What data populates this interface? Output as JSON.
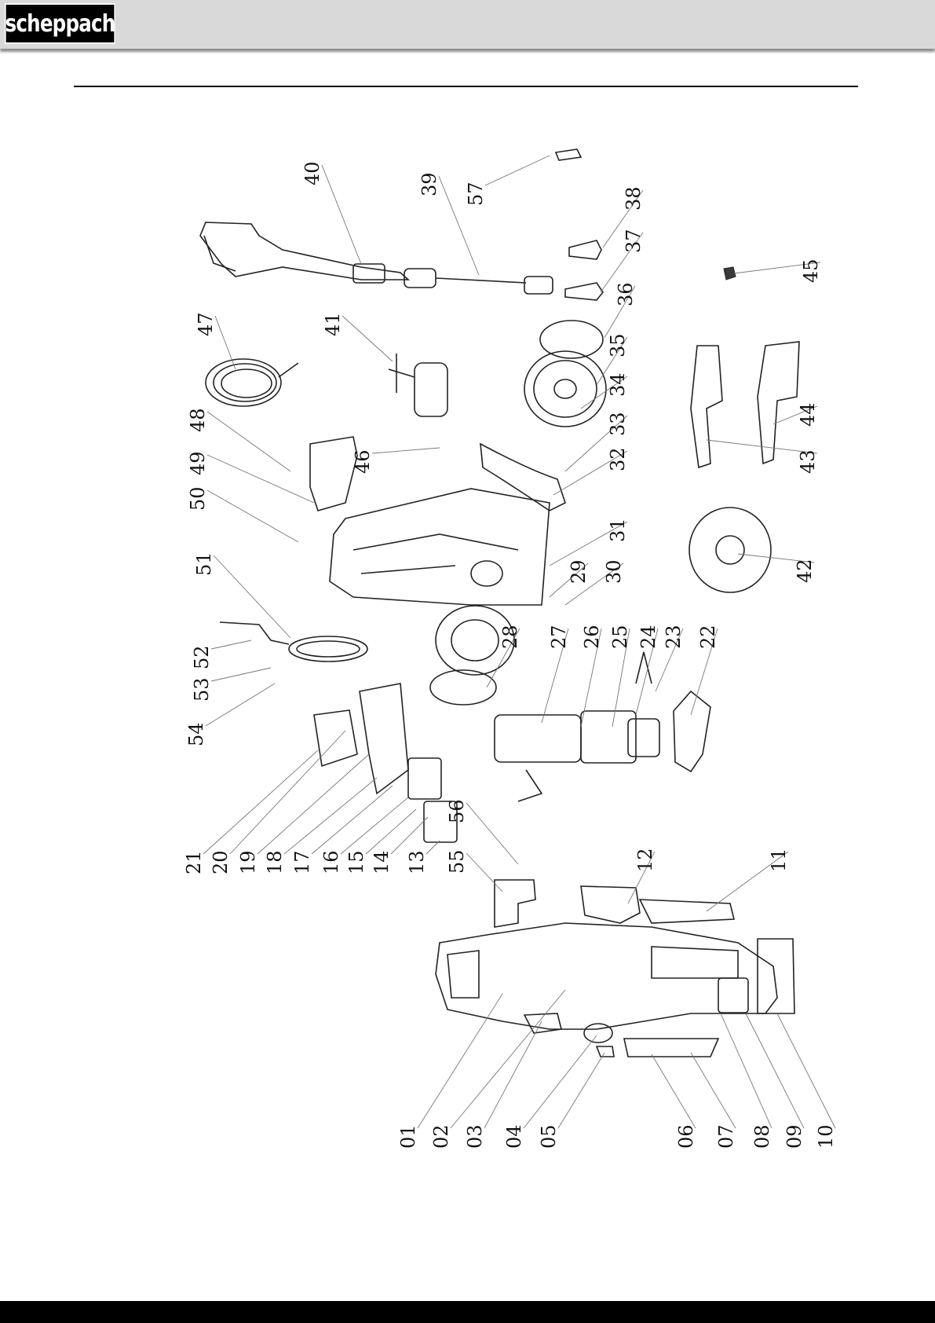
{
  "brand": {
    "name": "scheppach"
  },
  "diagram": {
    "parts": [
      {
        "id": "01",
        "label": "01"
      },
      {
        "id": "02",
        "label": "02"
      },
      {
        "id": "03",
        "label": "03"
      },
      {
        "id": "04",
        "label": "04"
      },
      {
        "id": "05",
        "label": "05"
      },
      {
        "id": "06",
        "label": "06"
      },
      {
        "id": "07",
        "label": "07"
      },
      {
        "id": "08",
        "label": "08"
      },
      {
        "id": "09",
        "label": "09"
      },
      {
        "id": "10",
        "label": "10"
      },
      {
        "id": "11",
        "label": "11"
      },
      {
        "id": "12",
        "label": "12"
      },
      {
        "id": "13",
        "label": "13"
      },
      {
        "id": "14",
        "label": "14"
      },
      {
        "id": "15",
        "label": "15"
      },
      {
        "id": "16",
        "label": "16"
      },
      {
        "id": "17",
        "label": "17"
      },
      {
        "id": "18",
        "label": "18"
      },
      {
        "id": "19",
        "label": "19"
      },
      {
        "id": "20",
        "label": "20"
      },
      {
        "id": "21",
        "label": "21"
      },
      {
        "id": "22",
        "label": "22"
      },
      {
        "id": "23",
        "label": "23"
      },
      {
        "id": "24",
        "label": "24"
      },
      {
        "id": "25",
        "label": "25"
      },
      {
        "id": "26",
        "label": "26"
      },
      {
        "id": "27",
        "label": "27"
      },
      {
        "id": "28",
        "label": "28"
      },
      {
        "id": "29",
        "label": "29"
      },
      {
        "id": "30",
        "label": "30"
      },
      {
        "id": "31",
        "label": "31"
      },
      {
        "id": "32",
        "label": "32"
      },
      {
        "id": "33",
        "label": "33"
      },
      {
        "id": "34",
        "label": "34"
      },
      {
        "id": "35",
        "label": "35"
      },
      {
        "id": "36",
        "label": "36"
      },
      {
        "id": "37",
        "label": "37"
      },
      {
        "id": "38",
        "label": "38"
      },
      {
        "id": "39",
        "label": "39"
      },
      {
        "id": "40",
        "label": "40"
      },
      {
        "id": "41",
        "label": "41"
      },
      {
        "id": "42",
        "label": "42"
      },
      {
        "id": "43",
        "label": "43"
      },
      {
        "id": "44",
        "label": "44"
      },
      {
        "id": "45",
        "label": "45"
      },
      {
        "id": "46",
        "label": "46"
      },
      {
        "id": "47",
        "label": "47"
      },
      {
        "id": "48",
        "label": "48"
      },
      {
        "id": "49",
        "label": "49"
      },
      {
        "id": "50",
        "label": "50"
      },
      {
        "id": "51",
        "label": "51"
      },
      {
        "id": "52",
        "label": "52"
      },
      {
        "id": "53",
        "label": "53"
      },
      {
        "id": "54",
        "label": "54"
      },
      {
        "id": "55",
        "label": "55"
      },
      {
        "id": "56",
        "label": "56"
      },
      {
        "id": "57",
        "label": "57"
      }
    ]
  }
}
